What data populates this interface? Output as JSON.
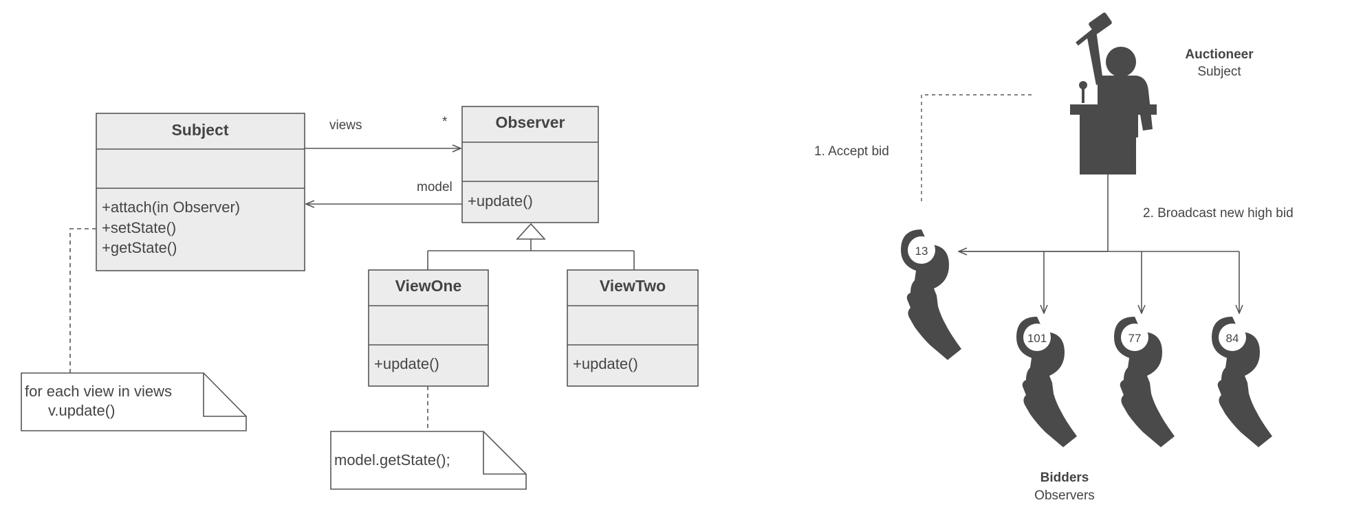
{
  "uml": {
    "subject": {
      "name": "Subject",
      "methods": [
        "+attach(in Observer)",
        "+setState()",
        "+getState()"
      ]
    },
    "observer": {
      "name": "Observer",
      "methods": [
        "+update()"
      ]
    },
    "view_one": {
      "name": "ViewOne",
      "methods": [
        "+update()"
      ]
    },
    "view_two": {
      "name": "ViewTwo",
      "methods": [
        "+update()"
      ]
    },
    "assoc_views_label": "views",
    "assoc_multiplicity": "*",
    "assoc_model_label": "model",
    "note_subject": {
      "line1": "for each view in views",
      "line2": "v.update()"
    },
    "note_viewone": "model.getState();"
  },
  "auction": {
    "auctioneer_title": "Auctioneer",
    "auctioneer_role": "Subject",
    "step1": "1. Accept bid",
    "step2": "2. Broadcast new high bid",
    "bidders_title": "Bidders",
    "bidders_role": "Observers",
    "paddles": [
      "13",
      "101",
      "77",
      "84"
    ]
  },
  "colors": {
    "box_fill": "#ececec",
    "stroke": "#555555",
    "icon": "#4a4a4a"
  }
}
